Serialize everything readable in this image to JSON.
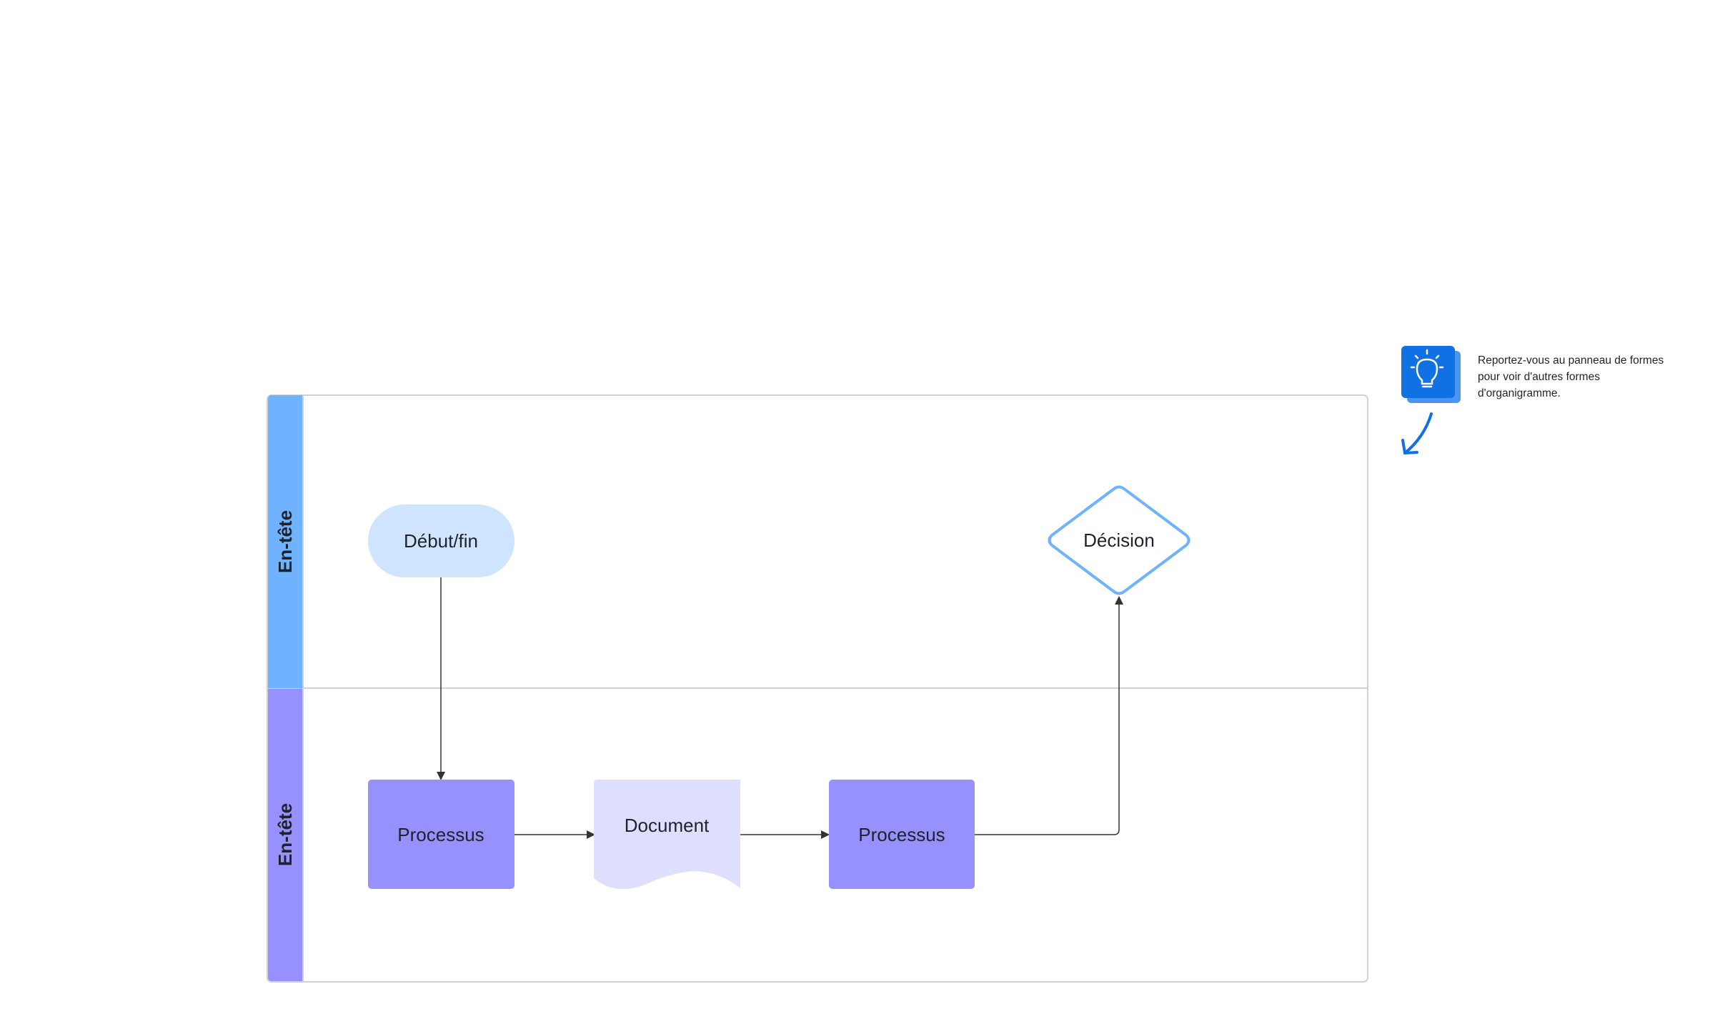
{
  "diagram": {
    "lanes": [
      {
        "header": "En-tête",
        "color": "#6FB2FF"
      },
      {
        "header": "En-tête",
        "color": "#9691FF"
      }
    ],
    "shapes": {
      "start_end": {
        "label": "Début/fin",
        "fill": "#CFE4FF"
      },
      "decision": {
        "label": "Décision",
        "stroke": "#6FB2FF"
      },
      "process_1": {
        "label": "Processus",
        "fill": "#9691FF"
      },
      "document": {
        "label": "Document",
        "fill": "#DEDEFF"
      },
      "process_2": {
        "label": "Processus",
        "fill": "#9691FF"
      }
    }
  },
  "tip": {
    "text": "Reportez-vous au panneau de formes pour voir d'autres formes d'organigramme.",
    "icon": "lightbulb-icon",
    "accent": "#1071E5"
  }
}
